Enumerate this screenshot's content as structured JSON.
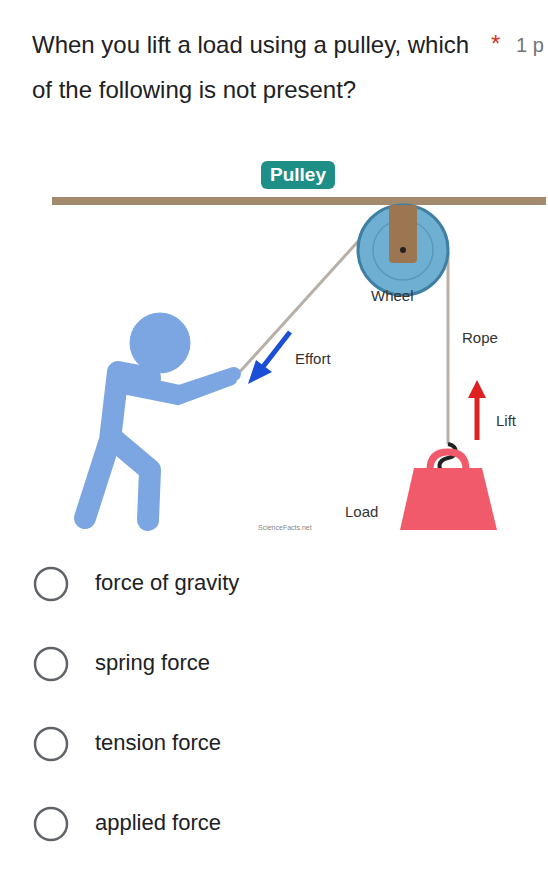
{
  "diagram": {
    "title": "When you lift a load using a pulley, which of the following is not present?",
    "nodes": [
      {
        "text": [
          "Pulley"
        ]
      }
    ],
    "labels": [
      "*",
      "1 p",
      "Wheel",
      "Effort",
      "Rope",
      "Lift",
      "Load",
      "ScienceFacts.net",
      "force of gravity",
      "spring force",
      "tension force",
      "applied force"
    ]
  }
}
